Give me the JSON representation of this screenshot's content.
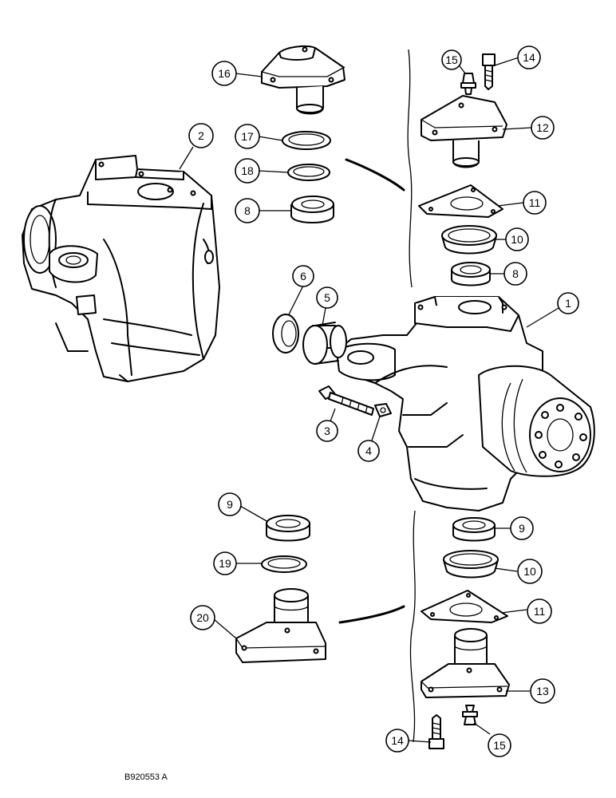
{
  "diagram": {
    "reference_code": "B920553 A",
    "callouts": [
      {
        "id": "c1",
        "label": "1"
      },
      {
        "id": "c2",
        "label": "2"
      },
      {
        "id": "c3",
        "label": "3"
      },
      {
        "id": "c4",
        "label": "4"
      },
      {
        "id": "c5",
        "label": "5"
      },
      {
        "id": "c6",
        "label": "6"
      },
      {
        "id": "c8a",
        "label": "8"
      },
      {
        "id": "c8b",
        "label": "8"
      },
      {
        "id": "c9a",
        "label": "9"
      },
      {
        "id": "c9b",
        "label": "9"
      },
      {
        "id": "c10a",
        "label": "10"
      },
      {
        "id": "c10b",
        "label": "10"
      },
      {
        "id": "c11a",
        "label": "11"
      },
      {
        "id": "c11b",
        "label": "11"
      },
      {
        "id": "c12",
        "label": "12"
      },
      {
        "id": "c13",
        "label": "13"
      },
      {
        "id": "c14a",
        "label": "14"
      },
      {
        "id": "c14b",
        "label": "14"
      },
      {
        "id": "c15a",
        "label": "15"
      },
      {
        "id": "c15b",
        "label": "15"
      },
      {
        "id": "c16",
        "label": "16"
      },
      {
        "id": "c17",
        "label": "17"
      },
      {
        "id": "c18",
        "label": "18"
      },
      {
        "id": "c19",
        "label": "19"
      },
      {
        "id": "c20",
        "label": "20"
      }
    ]
  }
}
